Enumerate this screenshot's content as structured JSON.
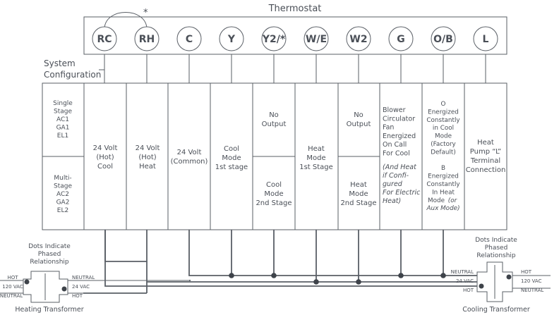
{
  "thermostat": {
    "title": "Thermostat",
    "asterisk": "*",
    "terminals": [
      "RC",
      "RH",
      "C",
      "Y",
      "Y2/*",
      "W/E",
      "W2",
      "G",
      "O/B",
      "L"
    ]
  },
  "system_configuration": {
    "label_line1": "System",
    "label_line2": "Configuration",
    "single_stage": [
      "Single",
      "Stage",
      "AC1",
      "GA1",
      "EL1"
    ],
    "multi_stage": [
      "Multi-",
      "Stage",
      "AC2",
      "GA2",
      "EL2"
    ]
  },
  "columns": {
    "rc": [
      "24 Volt",
      "(Hot)",
      "Cool"
    ],
    "rh": [
      "24 Volt",
      "(Hot)",
      "Heat"
    ],
    "c": [
      "24 Volt",
      "(Common)"
    ],
    "y": [
      "Cool",
      "Mode",
      "1st stage"
    ],
    "y2_top": [
      "No",
      "Output"
    ],
    "y2_bottom": [
      "Cool",
      "Mode",
      "2nd Stage"
    ],
    "we": [
      "Heat",
      "Mode",
      "1st Stage"
    ],
    "w2_top": [
      "No",
      "Output"
    ],
    "w2_bottom": [
      "Heat",
      "Mode",
      "2nd Stage"
    ],
    "g": [
      "Blower",
      "Circulator",
      "Fan",
      "Energized",
      "On Call",
      "For Cool"
    ],
    "g_italic": [
      "(And Heat",
      "if Confi-",
      "gured",
      "For Electric",
      "Heat)"
    ],
    "ob": [
      "O",
      "Energized",
      "Constantly",
      "in Cool",
      "Mode",
      "(Factory",
      "Default)",
      "",
      "B",
      "Energized",
      "Constantly",
      "In Heat",
      "Mode"
    ],
    "ob_italic_suffix": "(or",
    "ob_italic_last": "Aux Mode)",
    "l": [
      "Heat",
      "Pump “L”",
      "Terminal",
      "Connection"
    ]
  },
  "heating_transformer": {
    "caption": "Heating Transformer",
    "dots_note": [
      "Dots Indicate",
      "Phased",
      "Relationship"
    ],
    "left_labels": [
      "HOT",
      "120 VAC",
      "NEUTRAL"
    ],
    "right_labels": [
      "NEUTRAL",
      "24 VAC",
      "HOT"
    ]
  },
  "cooling_transformer": {
    "caption": "Cooling Transformer",
    "dots_note": [
      "Dots Indicate",
      "Phased",
      "Relationship"
    ],
    "left_labels": [
      "NEUTRAL",
      "24 VAC",
      "HOT"
    ],
    "right_labels": [
      "HOT",
      "120 VAC",
      "NEUTRAL"
    ]
  }
}
